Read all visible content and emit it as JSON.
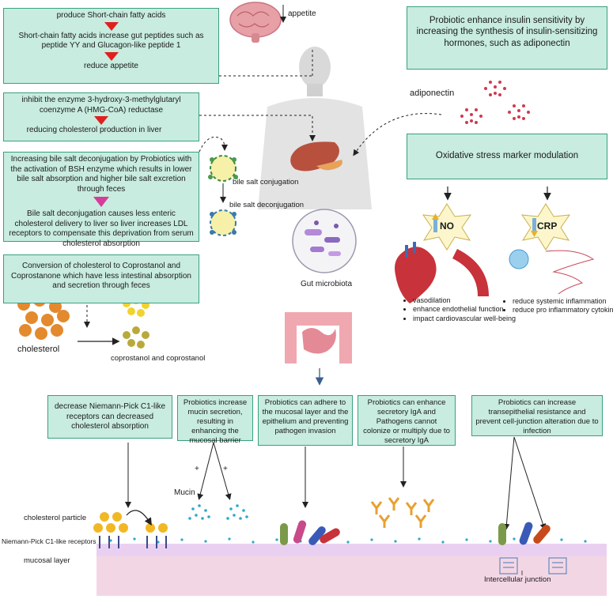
{
  "box_scfa": {
    "line1": "produce Short-chain fatty acids",
    "line2": "Short-chain fatty acids increase gut peptides such as peptide YY and Glucagon-like peptide 1",
    "line3": "reduce appetite"
  },
  "box_hmg": {
    "line1": "inhibit the enzyme 3-hydroxy-3-methylglutaryl coenzyme A (HMG-CoA) reductase",
    "line2": "reducing  cholesterol production in liver"
  },
  "box_bile": {
    "line1": "Increasing bile salt deconjugation by Probiotics with the activation of BSH enzyme which results in lower bile salt absorption and higher bile salt excretion through feces",
    "line2": "Bile salt deconjugation causes less enteric cholesterol delivery to liver so liver increases LDL receptors to compensate this deprivation from serum cholesterol absorption"
  },
  "box_copro": "Conversion of cholesterol to Coprostanol and Coprostanone which have less intestinal absorption and secretion through feces",
  "box_insulin": "Probiotic enhance insulin sensitivity by increasing the synthesis of insulin-sensitizing hormones, such as adiponectin",
  "box_oxidative": "Oxidative stress marker modulation",
  "bottom_boxes": [
    "decrease Niemann-Pick C1-like receptors can decreased cholesterol absorption",
    "Probiotics increase mucin secretion, resulting in enhancing the mucosal barrier",
    "Probiotics can adhere to the mucosal layer and the epithelium and preventing pathogen invasion",
    "Probiotics can enhance secretory IgA and Pathogens cannot colonize or multiply due to secretory IgA",
    "Probiotics can increase transepithelial resistance and prevent cell-junction alteration due to infection"
  ],
  "labels": {
    "appetite": "appetite",
    "adiponectin": "adiponectin",
    "bile_conjugation": "bile salt conjugation",
    "bile_deconjugation": "bile salt deconjugation",
    "gut_microbiota": "Gut microbiota",
    "cholesterol": "cholesterol",
    "coprostanol": "coprostanol and coprostanol",
    "no": "NO",
    "crp": "CRP",
    "mucin": "Mucin",
    "plus": "+",
    "cholesterol_particle": "cholesterol particle",
    "npc1l": "Niemann-Pick C1-like receptors",
    "mucosal_layer": "mucosal layer",
    "intercellular_junction": "Intercellular junction"
  },
  "no_effects": [
    "vasodilation",
    "enhance endothelial function",
    "impact cardiovascular well-being"
  ],
  "crp_effects": [
    "reduce systemic inflammation",
    "reduce pro inflammatory cytokines"
  ],
  "colors": {
    "box_fill": "#c8ecdf",
    "box_border": "#3aa07f",
    "red_arrow": "#e02020",
    "triangle": "#d63d9a",
    "cholesterol": "#e38a2e",
    "mucosa": "#f3d6e4",
    "mucin_dots": "#2aa9c9"
  }
}
